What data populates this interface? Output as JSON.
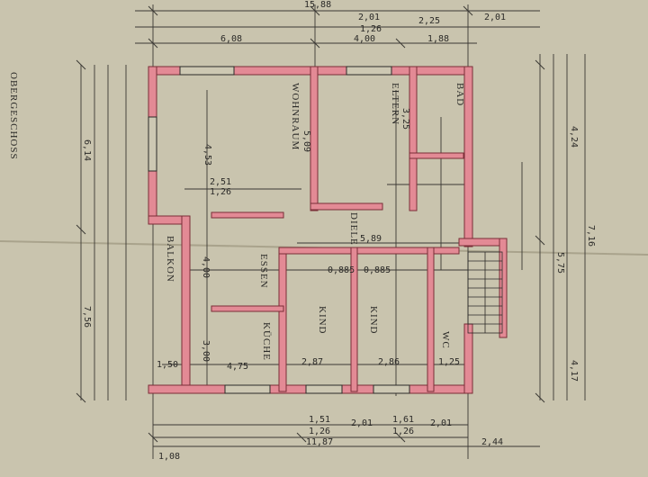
{
  "sheet": {
    "title": "OBERGESCHOSS",
    "paper_color": "#cdc8b3",
    "wall_color": "#e38a95",
    "ink_color": "#2b2a28"
  },
  "rooms": {
    "wohnraum": "WOHNRAUM",
    "eltern": "ELTERN",
    "bad": "BAD",
    "diele": "DIELE",
    "essen": "ESSEN",
    "kueche": "KÜCHE",
    "kind1": "KIND",
    "kind2": "KIND",
    "wc": "WC",
    "balkon": "BALKON"
  },
  "dimensions": {
    "top_total": "15,88",
    "top_a": "2,01",
    "top_b": "2,25",
    "top_c": "2,01",
    "top_d": "1,26",
    "top_e": "6,08",
    "top_f": "4,00",
    "top_g": "1,88",
    "bottom_total": "11,87",
    "bottom_a": "1,51",
    "bottom_b": "2,01",
    "bottom_c": "1,61",
    "bottom_d": "2,01",
    "bottom_e": "1,26",
    "bottom_f": "1,26",
    "bottom_g": "2,44",
    "bottom_h": "1,08",
    "left_a": "6,14",
    "left_b": "7,56",
    "right_a": "7,16",
    "right_b": "4,24",
    "right_c": "4,17",
    "right_d": "5,75",
    "wohn_h": "4,53",
    "wohn_w": "5,09",
    "eltern_h": "3,25",
    "essen_h": "4,00",
    "kueche_h": "3,00",
    "kueche_w": "4,75",
    "kind_w1": "2,87",
    "kind_w2": "2,86",
    "wc_w": "1,25",
    "diele_w": "5,89",
    "misc_a": "2,51",
    "misc_b": "1,26",
    "misc_c": "1,50",
    "misc_d": "0,885",
    "misc_e": "0,885"
  }
}
